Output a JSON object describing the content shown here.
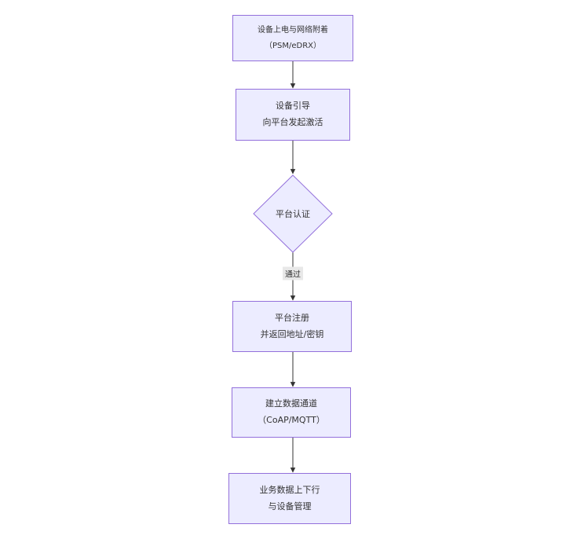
{
  "diagram": {
    "type": "flowchart",
    "direction": "top-down",
    "colors": {
      "background": "#ffffff",
      "node_fill": "#ECECFF",
      "node_border": "#9370DB",
      "line": "#333333",
      "edge_label_bg": "#e8e8e8",
      "text": "#333333"
    },
    "nodes": [
      {
        "id": "power",
        "shape": "rect",
        "lines": [
          "设备上电与网络附着",
          "（PSM/eDRX）"
        ]
      },
      {
        "id": "bootstrap",
        "shape": "rect",
        "lines": [
          "设备引导",
          "向平台发起激活"
        ]
      },
      {
        "id": "auth",
        "shape": "diamond",
        "lines": [
          "平台认证"
        ]
      },
      {
        "id": "register",
        "shape": "rect",
        "lines": [
          "平台注册",
          "并返回地址/密钥"
        ]
      },
      {
        "id": "channel",
        "shape": "rect",
        "lines": [
          "建立数据通道",
          "（CoAP/MQTT）"
        ]
      },
      {
        "id": "business",
        "shape": "rect",
        "lines": [
          "业务数据上下行",
          "与设备管理"
        ]
      }
    ],
    "edges": [
      {
        "from": "power",
        "to": "bootstrap",
        "label": ""
      },
      {
        "from": "bootstrap",
        "to": "auth",
        "label": ""
      },
      {
        "from": "auth",
        "to": "register",
        "label": "通过"
      },
      {
        "from": "register",
        "to": "channel",
        "label": ""
      },
      {
        "from": "channel",
        "to": "business",
        "label": ""
      }
    ]
  }
}
